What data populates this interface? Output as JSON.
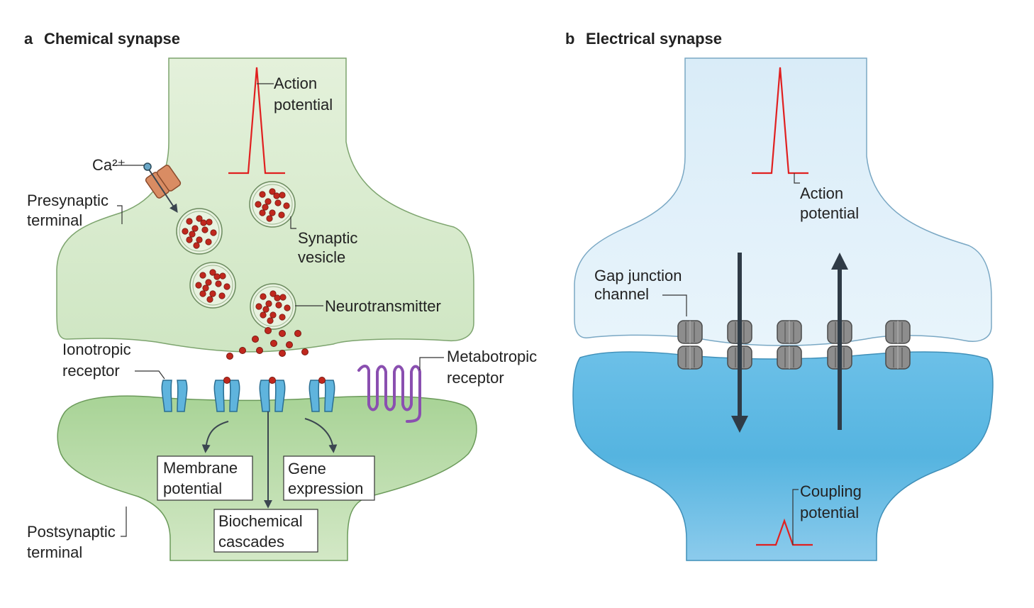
{
  "panel_a": {
    "letter": "a",
    "title": "Chemical synapse",
    "labels": {
      "action_potential": [
        "Action",
        "potential"
      ],
      "calcium": "Ca²⁺",
      "presynaptic_terminal": [
        "Presynaptic",
        "terminal"
      ],
      "synaptic_vesicle": [
        "Synaptic",
        "vesicle"
      ],
      "neurotransmitter": "Neurotransmitter",
      "ionotropic_receptor": [
        "Ionotropic",
        "receptor"
      ],
      "metabotropic_receptor": [
        "Metabotropic",
        "receptor"
      ],
      "membrane_potential": [
        "Membrane",
        "potential"
      ],
      "gene_expression": [
        "Gene",
        "expression"
      ],
      "biochemical_cascades": [
        "Biochemical",
        "cascades"
      ],
      "postsynaptic_terminal": [
        "Postsynaptic",
        "terminal"
      ]
    }
  },
  "panel_b": {
    "letter": "b",
    "title": "Electrical synapse",
    "labels": {
      "action_potential": [
        "Action",
        "potential"
      ],
      "gap_junction_channel": [
        "Gap junction",
        "channel"
      ],
      "coupling_potential": [
        "Coupling",
        "potential"
      ]
    }
  },
  "colors": {
    "pre_green": "#d9ebcf",
    "post_green": "#9ccc8a",
    "pre_blue": "#d6ebf7",
    "post_blue": "#5ab7e2",
    "spike_red": "#e02020",
    "vesicle_dot": "#c0281e",
    "receptor_blue": "#5fb4dd",
    "metabotropic_purple": "#8a4fb0",
    "arrow_dark": "#2f3b46",
    "channel_grey": "#8a8a8a"
  }
}
